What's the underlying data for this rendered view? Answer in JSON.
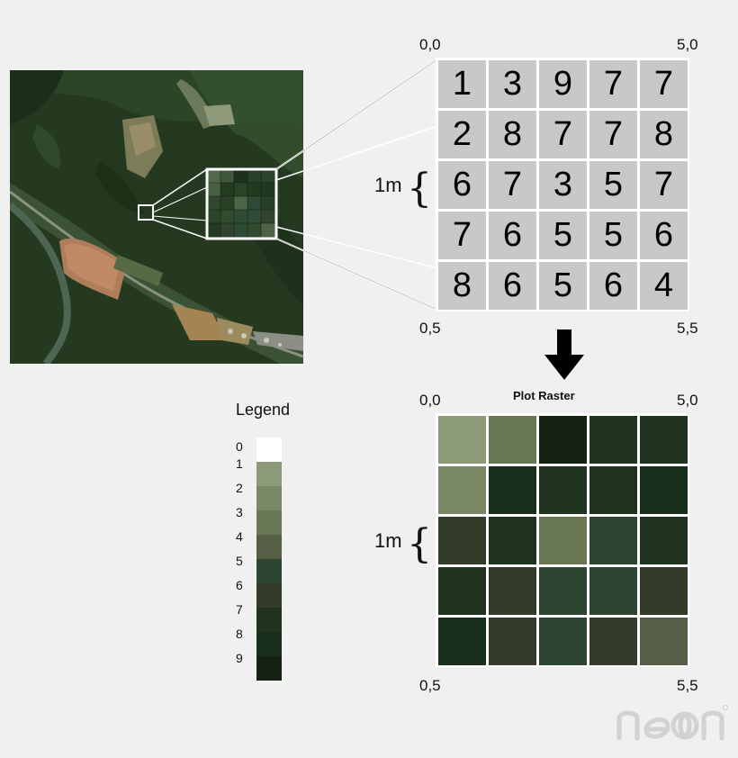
{
  "top_grid": {
    "corners": {
      "top_left": "0,0",
      "top_right": "5,0",
      "bottom_left": "0,5",
      "bottom_right": "5,5"
    },
    "scale_label": "1m",
    "values": [
      [
        1,
        3,
        9,
        7,
        7
      ],
      [
        2,
        8,
        7,
        7,
        8
      ],
      [
        6,
        7,
        3,
        5,
        7
      ],
      [
        7,
        6,
        5,
        5,
        6
      ],
      [
        8,
        6,
        5,
        6,
        4
      ]
    ]
  },
  "plot_raster": {
    "title": "Plot Raster",
    "corners": {
      "top_left": "0,0",
      "top_right": "5,0",
      "bottom_left": "0,5",
      "bottom_right": "5,5"
    },
    "scale_label": "1m"
  },
  "legend": {
    "title": "Legend",
    "entries": [
      {
        "label": "0",
        "color": "#ffffff"
      },
      {
        "label": "1",
        "color": "#8d9a77"
      },
      {
        "label": "2",
        "color": "#7b8866"
      },
      {
        "label": "3",
        "color": "#6a7755"
      },
      {
        "label": "4",
        "color": "#545f45"
      },
      {
        "label": "5",
        "color": "#2d4632"
      },
      {
        "label": "6",
        "color": "#333c28"
      },
      {
        "label": "7",
        "color": "#1f331f"
      },
      {
        "label": "8",
        "color": "#1a2e1c"
      },
      {
        "label": "9",
        "color": "#152113"
      }
    ]
  },
  "logo": {
    "text": "neon"
  }
}
